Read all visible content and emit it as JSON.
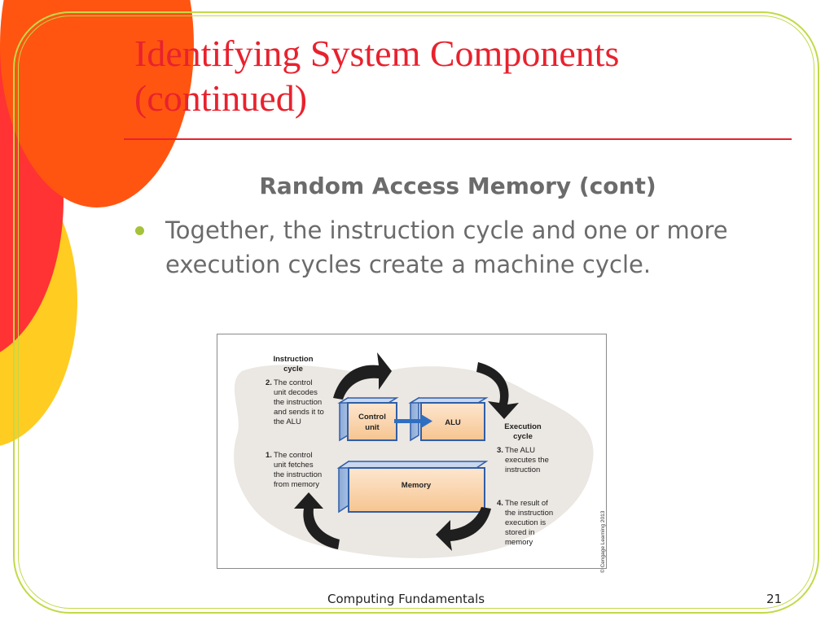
{
  "slide": {
    "title_line1": "Identifying System Components",
    "title_line2": "(continued)",
    "subheading": "Random Access Memory (cont)",
    "bullet": "Together, the instruction cycle and one or more execution cycles create a machine cycle.",
    "footer": "Computing Fundamentals",
    "page_number": "21",
    "colors": {
      "title": "#e8222e",
      "body_text": "#6b6b6b",
      "frame": "#c3d947",
      "bullet": "#a6c23b",
      "circle_red": "#ff3333",
      "circle_yellow": "#ffcc22"
    }
  },
  "figure": {
    "instruction_cycle_title": [
      "Instruction",
      "cycle"
    ],
    "step2_num": "2.",
    "step2_lines": [
      "The control",
      "unit decodes",
      "the instruction",
      "and sends it to",
      "the ALU"
    ],
    "step1_num": "1.",
    "step1_lines": [
      "The control",
      "unit fetches",
      "the instruction",
      "from memory"
    ],
    "control_unit": [
      "Control",
      "unit"
    ],
    "alu": "ALU",
    "memory": "Memory",
    "execution_cycle_title": [
      "Execution",
      "cycle"
    ],
    "step3_num": "3.",
    "step3_lines": [
      "The ALU",
      "executes the",
      "instruction"
    ],
    "step4_num": "4.",
    "step4_lines": [
      "The result of",
      "the instruction",
      "execution is",
      "stored in",
      "memory"
    ],
    "copyright": "© Cengage Learning 2013",
    "icons": [
      "curved-arrow-icon"
    ]
  }
}
